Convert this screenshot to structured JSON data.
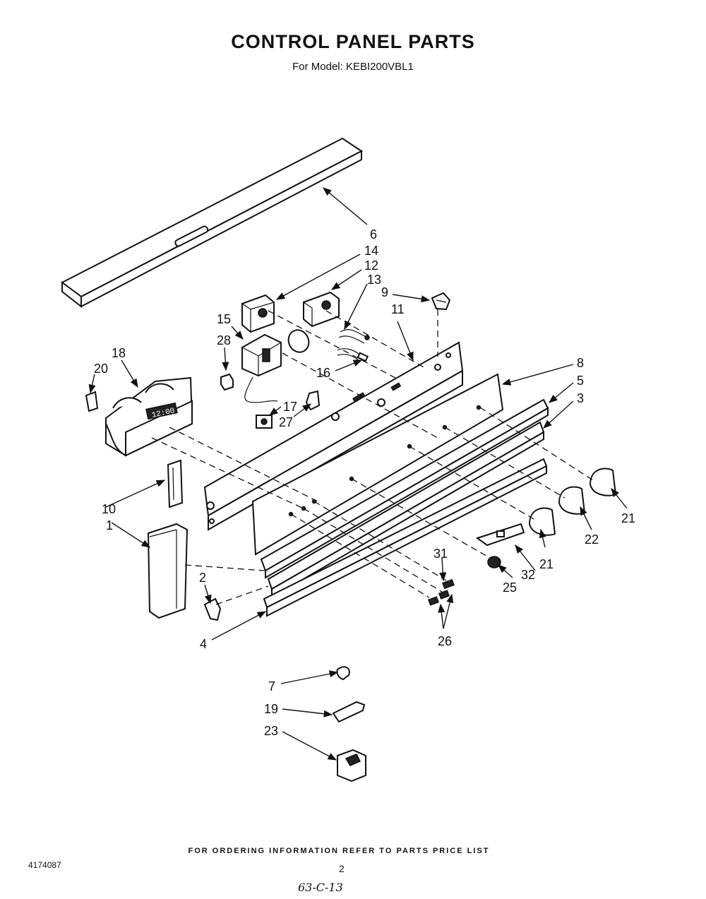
{
  "title": "CONTROL PANEL PARTS",
  "subtitle": "For Model: KEBI200VBL1",
  "footer": "FOR ORDERING INFORMATION REFER TO PARTS PRICE LIST",
  "document_number": "4174087",
  "page_number": "2",
  "handwritten_note": "63-C-13",
  "display_text": "12:00",
  "callouts": {
    "c6": "6",
    "c14": "14",
    "c12": "12",
    "c13": "13",
    "c9": "9",
    "c11": "11",
    "c15": "15",
    "c28": "28",
    "c16": "16",
    "c18": "18",
    "c20": "20",
    "c17": "17",
    "c27": "27",
    "c8": "8",
    "c5": "5",
    "c3": "3",
    "c21a": "21",
    "c22": "22",
    "c21b": "21",
    "c10": "10",
    "c1": "1",
    "c2": "2",
    "c4": "4",
    "c31": "31",
    "c25": "25",
    "c32": "32",
    "c26": "26",
    "c7": "7",
    "c19": "19",
    "c23": "23"
  }
}
